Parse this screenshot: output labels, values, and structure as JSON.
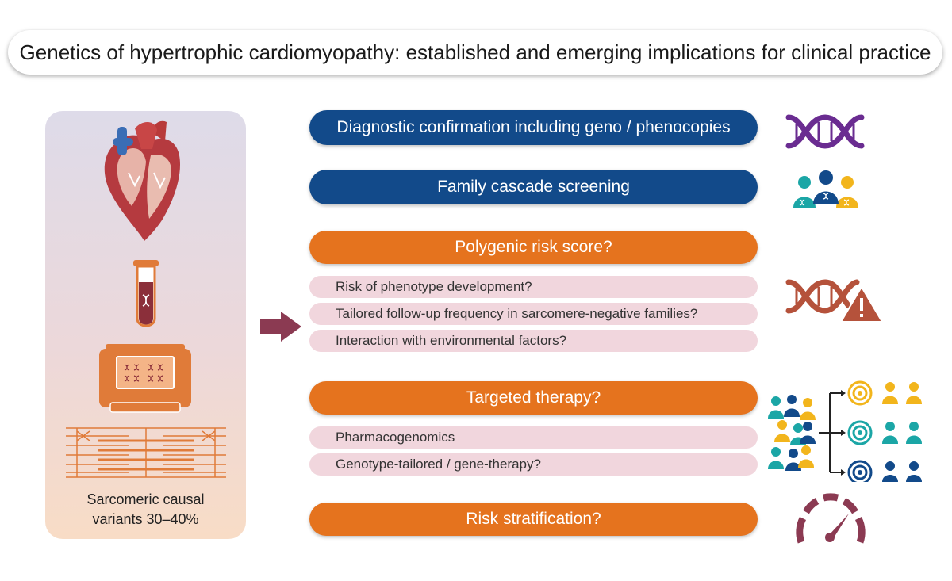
{
  "title": "Genetics of hypertrophic cardiomyopathy: established and emerging implications for clinical practice",
  "left_panel": {
    "caption_line1": "Sarcomeric causal",
    "caption_line2": "variants 30–40%"
  },
  "rows": {
    "diagnostic": "Diagnostic confirmation including geno / phenocopies",
    "family": "Family cascade screening",
    "polygenic": "Polygenic risk score?",
    "polygenic_items": [
      "Risk of phenotype development?",
      "Tailored follow-up frequency in sarcomere-negative families?",
      "Interaction with environmental factors?"
    ],
    "targeted": "Targeted therapy?",
    "targeted_items": [
      "Pharmacogenomics",
      "Genotype-tailored / gene-therapy?"
    ],
    "risk": "Risk stratification?"
  },
  "colors": {
    "blue": "#124a8a",
    "orange": "#e5731e",
    "pink_sub": "#f1d6dd",
    "purple_dna": "#6a2c91",
    "rust": "#b5523b",
    "teal": "#1ba6a6",
    "gold": "#f2b51c",
    "maroon": "#8b3a52"
  },
  "icons": {
    "heart": "heart-icon",
    "test_tube": "test-tube-icon",
    "sequencer": "sequencer-icon",
    "sarcomere": "sarcomere-icon",
    "arrow": "arrow-right-icon",
    "dna_purple": "dna-icon",
    "family": "family-icon",
    "dna_warning": "dna-warning-icon",
    "targeted": "targeted-therapy-icon",
    "gauge": "gauge-icon"
  }
}
